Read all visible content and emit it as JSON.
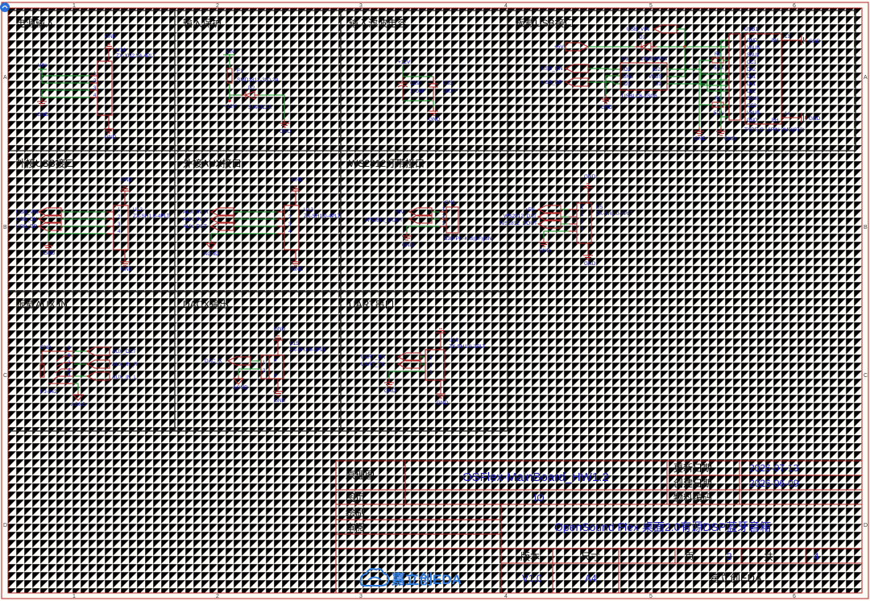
{
  "app_icon": "eda-app-icon",
  "border": {
    "cols": [
      "1",
      "2",
      "3",
      "4",
      "5",
      "6"
    ],
    "rows": [
      "A",
      "B",
      "C",
      "D"
    ]
  },
  "sections": {
    "power_in": "电源输入",
    "input_protect": "输入保护",
    "input_filter": "输入滤波电容",
    "onboard_usb": "板载USB接口",
    "ext_usb": "外接USB接口",
    "ext_aux": "外接AUX接口",
    "ws2812": "WS2812灯带接口",
    "onboard_aux": "板载AUX IN",
    "dacx": "DACX输出",
    "uart": "UART串口"
  },
  "components": {
    "u14": {
      "ref": "U14",
      "value": "ZX-XH2.54-4PLT"
    },
    "f1": {
      "ref": "F1",
      "value": "SMD1812-300-24"
    },
    "d2": {
      "ref": "D2",
      "value": "SMAJ12A"
    },
    "c29": {
      "ref": "C29",
      "value": "100uF"
    },
    "c35": {
      "ref": "C35",
      "value": "100nF"
    },
    "d1": {
      "ref": "D1",
      "value": "1N5819WS"
    },
    "d3": {
      "ref": "D3",
      "value": "USBLC6-2SC6"
    },
    "r2": {
      "ref": "R2",
      "value": "5.1k"
    },
    "r3": {
      "ref": "R3",
      "value": "5.1k"
    },
    "usb1": {
      "ref": "USB1",
      "value": "TYPE-C 16PIN 2MD(073)"
    },
    "u12": {
      "ref": "U12",
      "value": "ZX-SH1.0-4PLT"
    },
    "u13": {
      "ref": "U13",
      "value": "ZX-SH1.0-4PLT"
    },
    "cn1": {
      "ref": "CN1",
      "value": "B3B-PH-K-S(LF)(SN)"
    },
    "u5": {
      "ref": "U5",
      "value": "ZX-SH1.0-4PLT"
    },
    "cn3": {
      "ref": "CN3",
      "value": "PJ-342"
    },
    "u15": {
      "ref": "U15",
      "value": "ZX-SH1.0-2PLT"
    },
    "u16": {
      "ref": "U16",
      "value": "ZX-SH1.0-3PLT"
    }
  },
  "nets": {
    "gnd": "GND",
    "agnd": "AGND",
    "vin": "VIN",
    "p12v": "+12V",
    "p5v": "+5V",
    "usb_vin": "USB_VIN",
    "usb_dn": "USB_DN",
    "usb_dp": "USB_DP",
    "aux_in_r": "AUX_IN_R",
    "aux_in_l": "AUX_IN_L",
    "aux_det": "AUX_DET",
    "ws2812_dout": "WS2812_DOUT",
    "ws2812_dat": "WS2812_DAT",
    "dac_x": "DAC_X",
    "uart_rx": "UART_RX",
    "uart_tx": "UART_TX"
  },
  "pins": {
    "d3": [
      "IO2",
      "GND",
      "IO1",
      "IO2",
      "VBUS",
      "IO1"
    ],
    "usb1": [
      "GND",
      "VBUS",
      "SBU2",
      "CC1",
      "Dn2",
      "Dp1",
      "Dn1",
      "Dp2",
      "SBU1",
      "CC2",
      "VBUS",
      "GND"
    ],
    "usb1_shell": "EH",
    "usb1_nums": [
      "13",
      "14"
    ]
  },
  "title_block": {
    "label_schematic": "原理图",
    "schematic_name": "OSFlex-MainBoard_HW1.2",
    "label_updated": "更新日期",
    "updated": "2026-07-13",
    "label_created": "创建日期",
    "created": "2026-06-09",
    "label_page": "图页",
    "page_name": "IO",
    "label_part": "物料编码",
    "label_drawn": "绘制",
    "label_review": "审阅",
    "project": "OpenSound Flex 桌面2.0有源DSP蓝牙音箱",
    "label_version": "版本",
    "label_size": "尺寸",
    "label_pg": "页",
    "page_num": "3",
    "label_total": "共",
    "total": "4",
    "version": "V1.0",
    "size": "A4",
    "company": "嘉立创EDA",
    "logo_text": "嘉立创EDA"
  }
}
